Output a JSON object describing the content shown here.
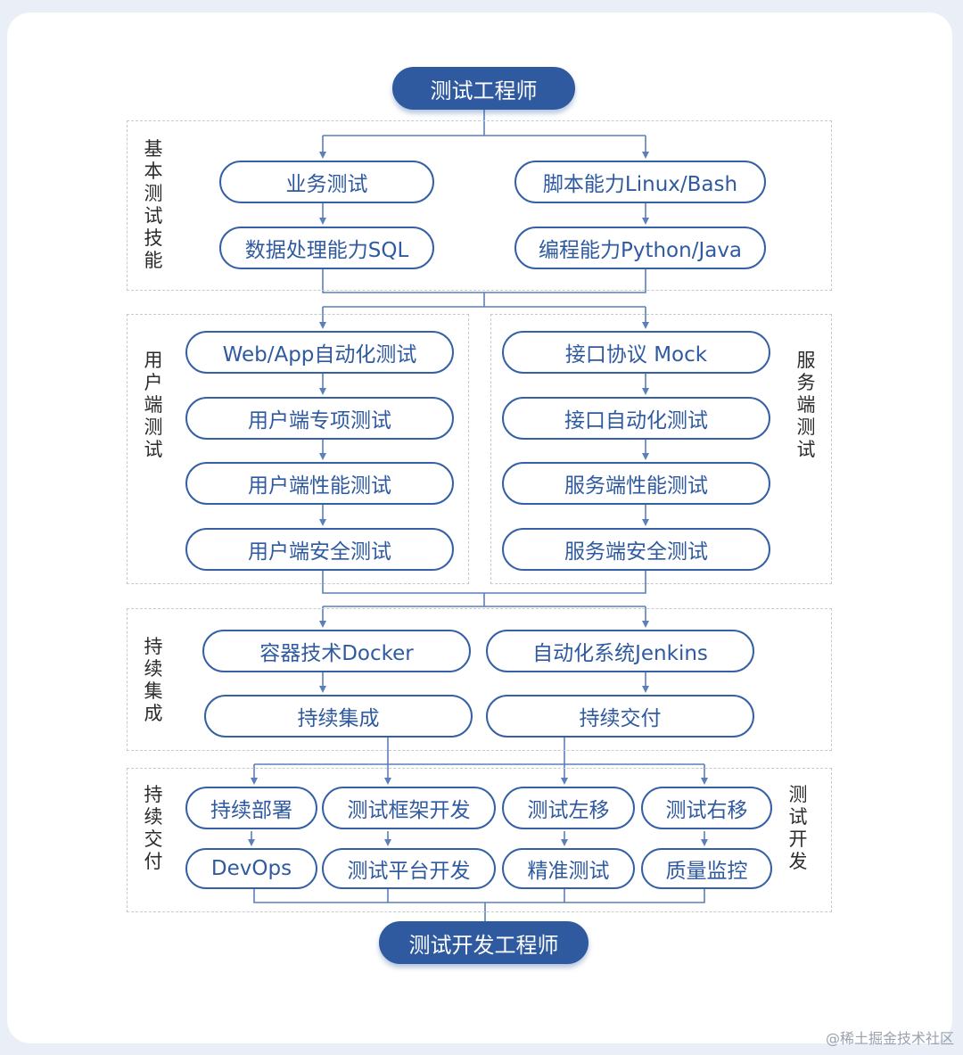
{
  "diagram": {
    "start": "测试工程师",
    "end": "测试开发工程师",
    "sections": {
      "basic": {
        "label": "基本测试技能",
        "nodes": [
          "业务测试",
          "数据处理能力SQL",
          "脚本能力Linux/Bash",
          "编程能力Python/Java"
        ]
      },
      "client": {
        "label": "用户端测试",
        "nodes": [
          "Web/App自动化测试",
          "用户端专项测试",
          "用户端性能测试",
          "用户端安全测试"
        ]
      },
      "server": {
        "label": "服务端测试",
        "nodes": [
          "接口协议 Mock",
          "接口自动化测试",
          "服务端性能测试",
          "服务端安全测试"
        ]
      },
      "ci": {
        "label": "持续集成",
        "nodes": [
          "容器技术Docker",
          "持续集成",
          "自动化系统Jenkins",
          "持续交付"
        ]
      },
      "cd": {
        "label": "持续交付",
        "nodes": [
          "持续部署",
          "DevOps",
          "测试框架开发",
          "测试平台开发"
        ]
      },
      "devtest": {
        "label": "测试开发",
        "nodes": [
          "测试左移",
          "精准测试",
          "测试右移",
          "质量监控"
        ]
      }
    },
    "colors": {
      "node_border": "#3660a5",
      "node_text": "#2f5aa0",
      "terminal_fill": "#2f5aa0",
      "connector": "#5b7fb8",
      "dash": "#c5c9d1"
    }
  },
  "watermark": "@稀土掘金技术社区"
}
